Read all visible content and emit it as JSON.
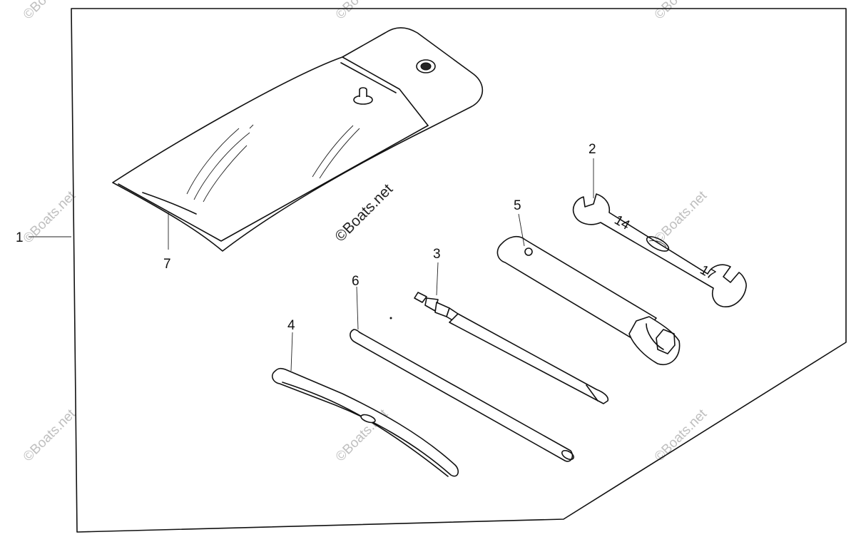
{
  "diagram": {
    "callouts": [
      {
        "id": "1",
        "label": "1"
      },
      {
        "id": "2",
        "label": "2"
      },
      {
        "id": "3",
        "label": "3"
      },
      {
        "id": "4",
        "label": "4"
      },
      {
        "id": "5",
        "label": "5"
      },
      {
        "id": "6",
        "label": "6"
      },
      {
        "id": "7",
        "label": "7"
      }
    ],
    "wrench_marks": {
      "size_a": "14",
      "size_b": "17"
    },
    "watermark_main": "©Boats.net",
    "watermark": "©Boats.net"
  },
  "colors": {
    "line": "#111111",
    "watermark": "#bfbfbf",
    "background": "#ffffff"
  }
}
